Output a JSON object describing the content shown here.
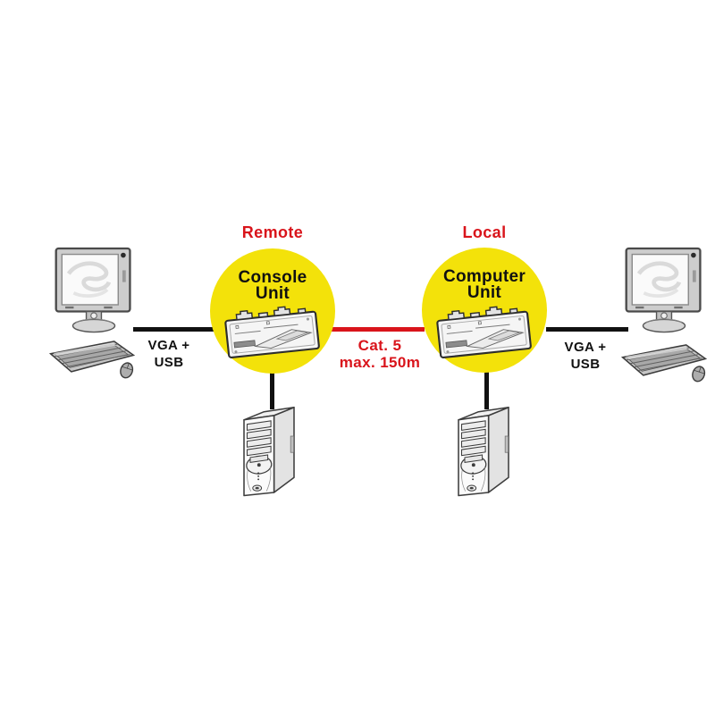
{
  "colors": {
    "accent_red": "#D9141B",
    "highlight_yellow": "#F3E20A",
    "cable_black": "#111111",
    "background": "#FFFFFF"
  },
  "console_side": {
    "location_label": "Remote",
    "unit_name_line1": "Console",
    "unit_name_line2": "Unit",
    "cable_label_line1": "VGA +",
    "cable_label_line2": "USB"
  },
  "computer_side": {
    "location_label": "Local",
    "unit_name_line1": "Computer",
    "unit_name_line2": "Unit",
    "cable_label_line1": "VGA +",
    "cable_label_line2": "USB"
  },
  "link_cable": {
    "label_line1": "Cat. 5",
    "label_line2": "max. 150m"
  },
  "icons": {
    "left": [
      "monitor-icon",
      "keyboard-mouse-icon",
      "kvm-extender-icon",
      "tower-pc-icon"
    ],
    "right": [
      "monitor-icon",
      "keyboard-mouse-icon",
      "kvm-extender-icon",
      "tower-pc-icon"
    ]
  }
}
